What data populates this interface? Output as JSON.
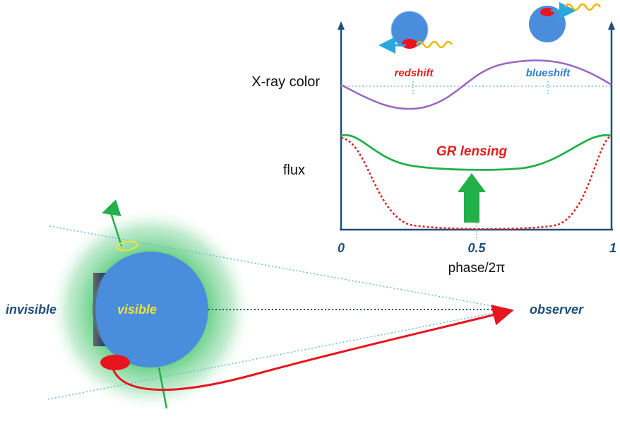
{
  "plot": {
    "y_labels": {
      "color": "X-ray color",
      "flux": "flux"
    },
    "annotations": {
      "redshift": "redshift",
      "blueshift": "blueshift",
      "lensing": "GR lensing"
    },
    "x_ticks": [
      "0",
      "0.5",
      "1"
    ],
    "x_axis_label": "phase/2π"
  },
  "star": {
    "labels": {
      "invisible": "invisible",
      "visible": "visible",
      "observer": "observer"
    }
  },
  "colors": {
    "axis": "#1f4e79",
    "color_curve": "#9966c0",
    "flux_curve": "#22b04a",
    "flux_no_gr": "#e02020",
    "star": "#4a8ddc",
    "glow": "#7dd39a",
    "spot": "#e8141e",
    "redshift_text": "#e02020",
    "blueshift_text": "#2f7fd0",
    "label_blue": "#1f4e79",
    "visible_text": "#f2e23a"
  }
}
